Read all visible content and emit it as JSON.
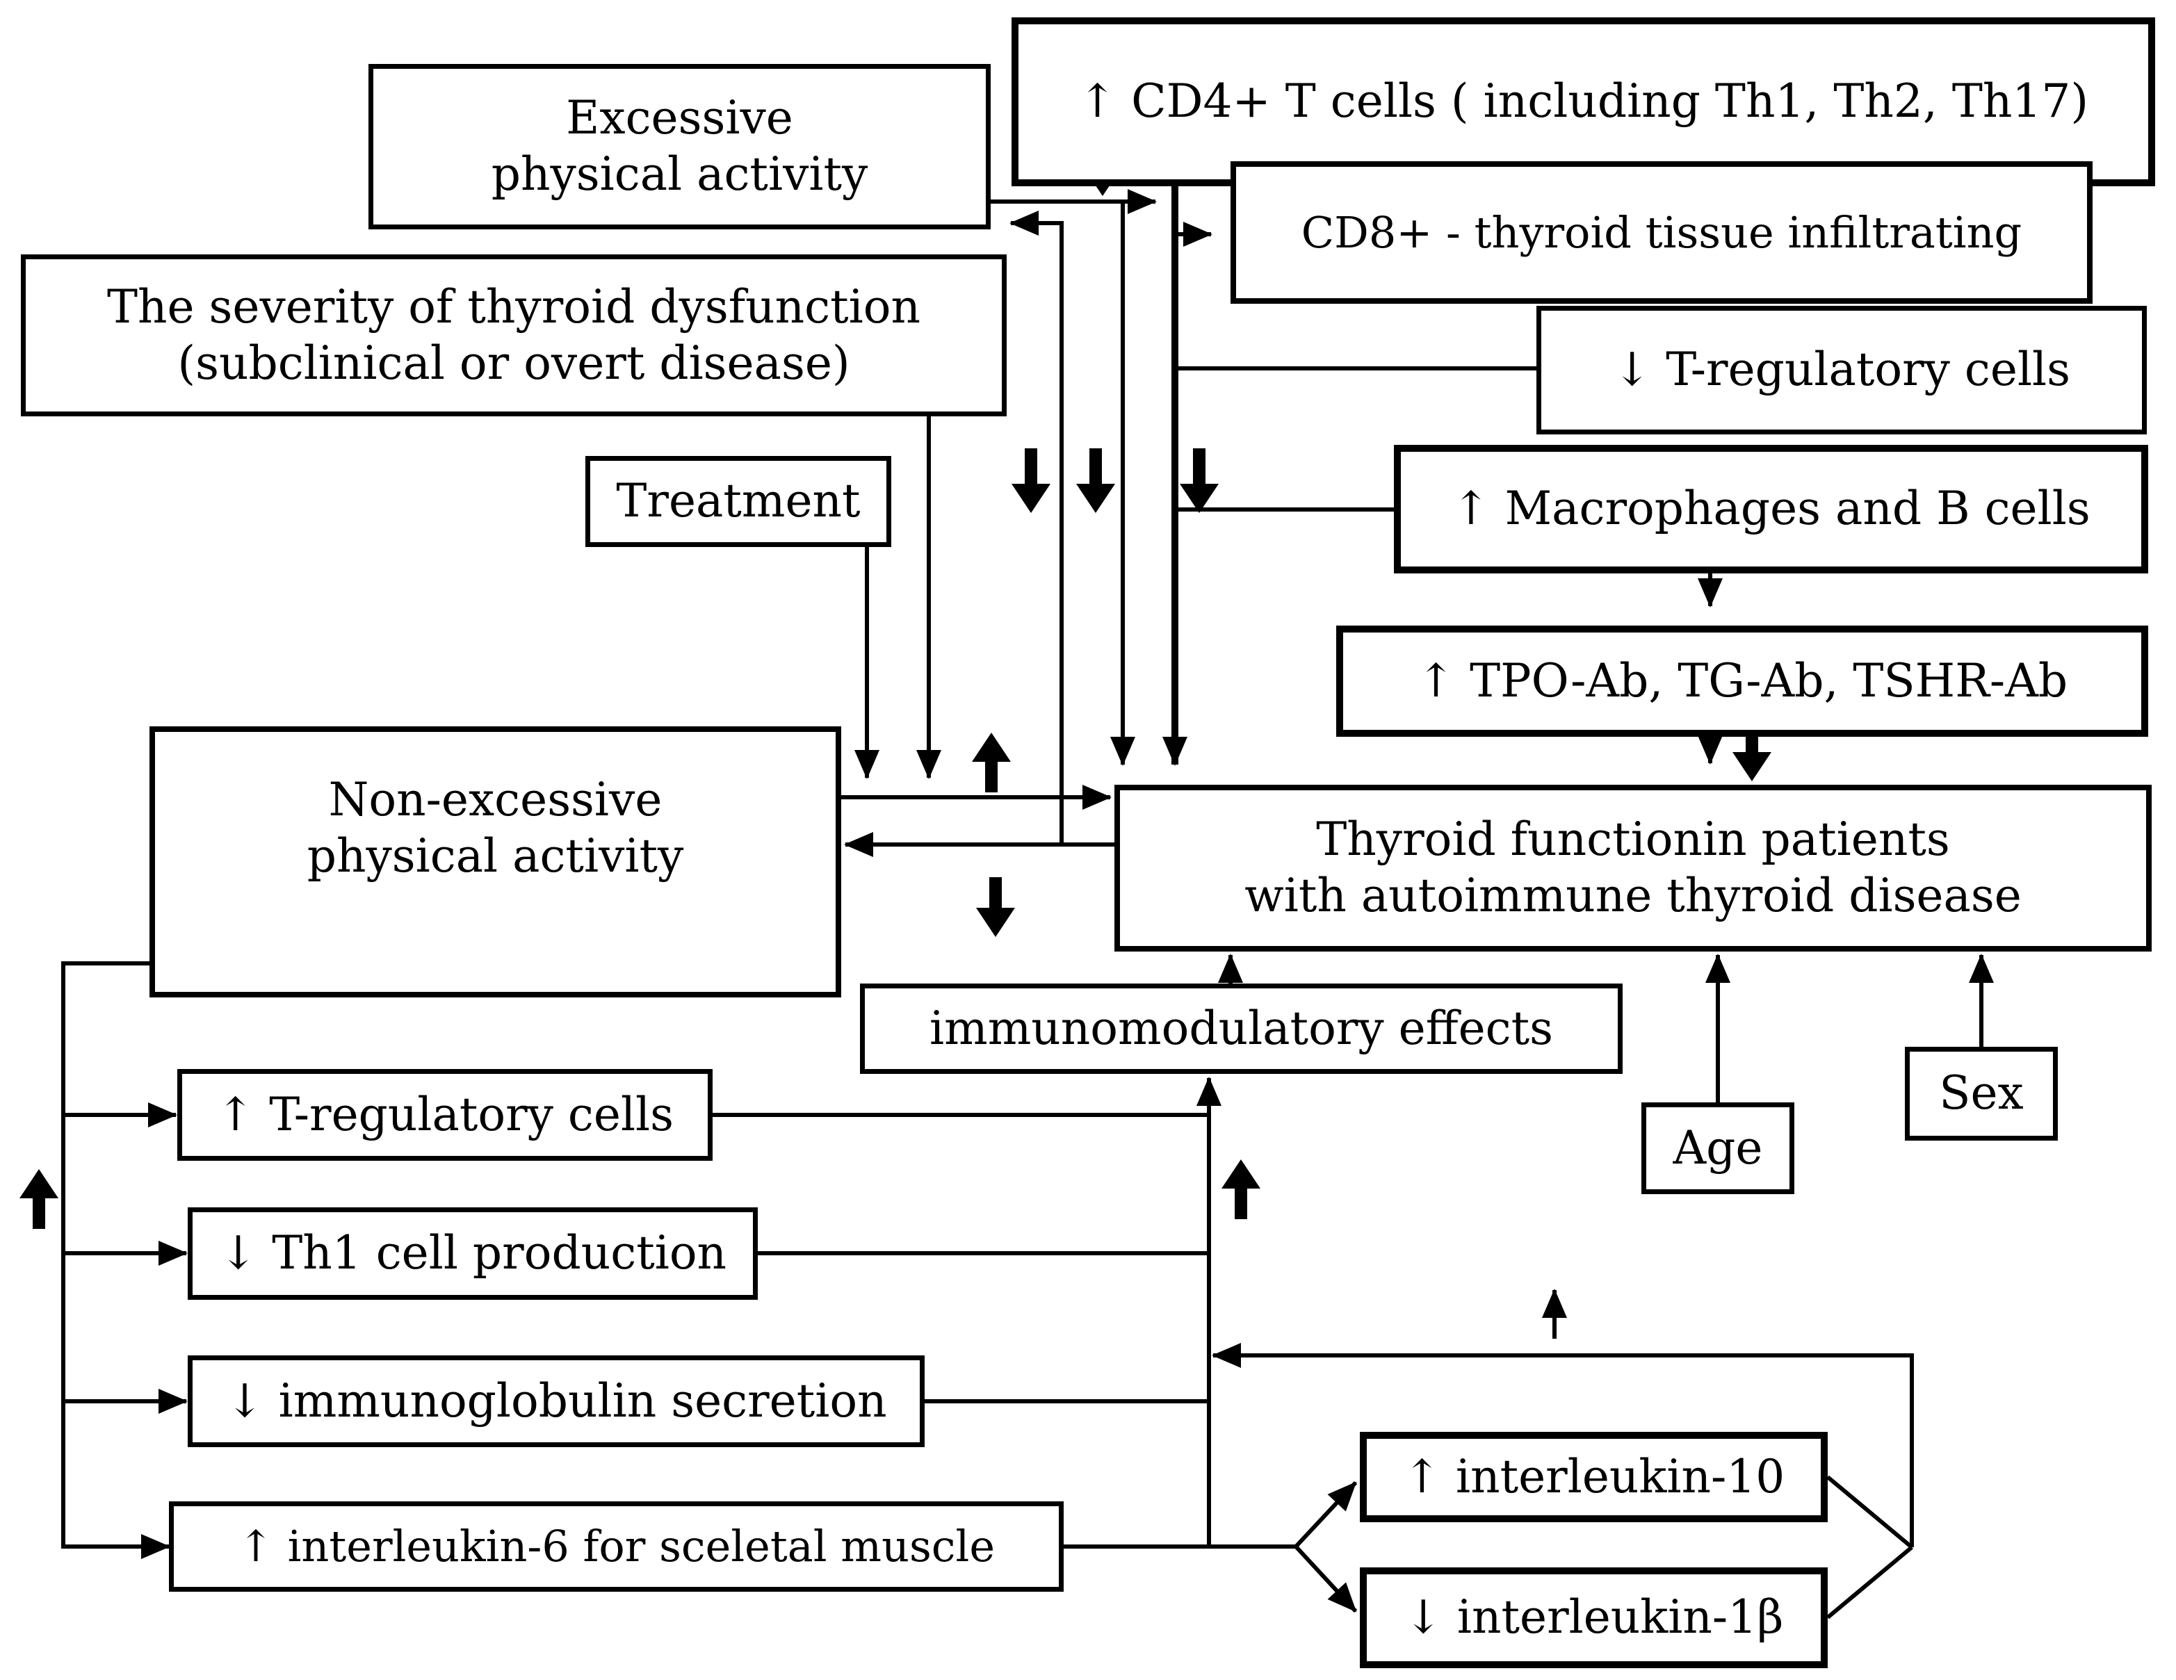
{
  "figure": {
    "background_color": "#ffffff",
    "line_color": "#000000",
    "boxes": {
      "excessive": "Excessive\nphysical activity",
      "cd4": "↑ CD4+ T cells ( including Th1, Th2, Th17)",
      "cd8": "CD8+ - thyroid tissue infiltrating",
      "treg_down": "↓ T-regulatory cells",
      "macrophages": "↑ Macrophages and B cells",
      "tpo": "↑ TPO-Ab, TG-Ab, TSHR-Ab",
      "severity": "The severity of thyroid dysfunction\n(subclinical or overt disease)",
      "treatment": "Treatment",
      "non_excessive": "Non-excessive\nphysical activity",
      "central": "Thyroid functionin patients\nwith autoimmune thyroid disease",
      "immunomodulatory": "immunomodulatory effects",
      "treg_up": "↑ T-regulatory cells",
      "th1": "↓ Th1 cell production",
      "immunoglobulin": "↓ immunoglobulin secretion",
      "interleukin6": "↑ interleukin-6 for sceletal muscle",
      "interleukin10": "↑ interleukin-10",
      "interleukin1b": "↓ interleukin-1β",
      "age": "Age",
      "sex": "Sex"
    },
    "icons": {
      "bold_up_arrow": "↑",
      "bold_down_arrow": "↓",
      "line_arrowhead": "➤"
    }
  }
}
